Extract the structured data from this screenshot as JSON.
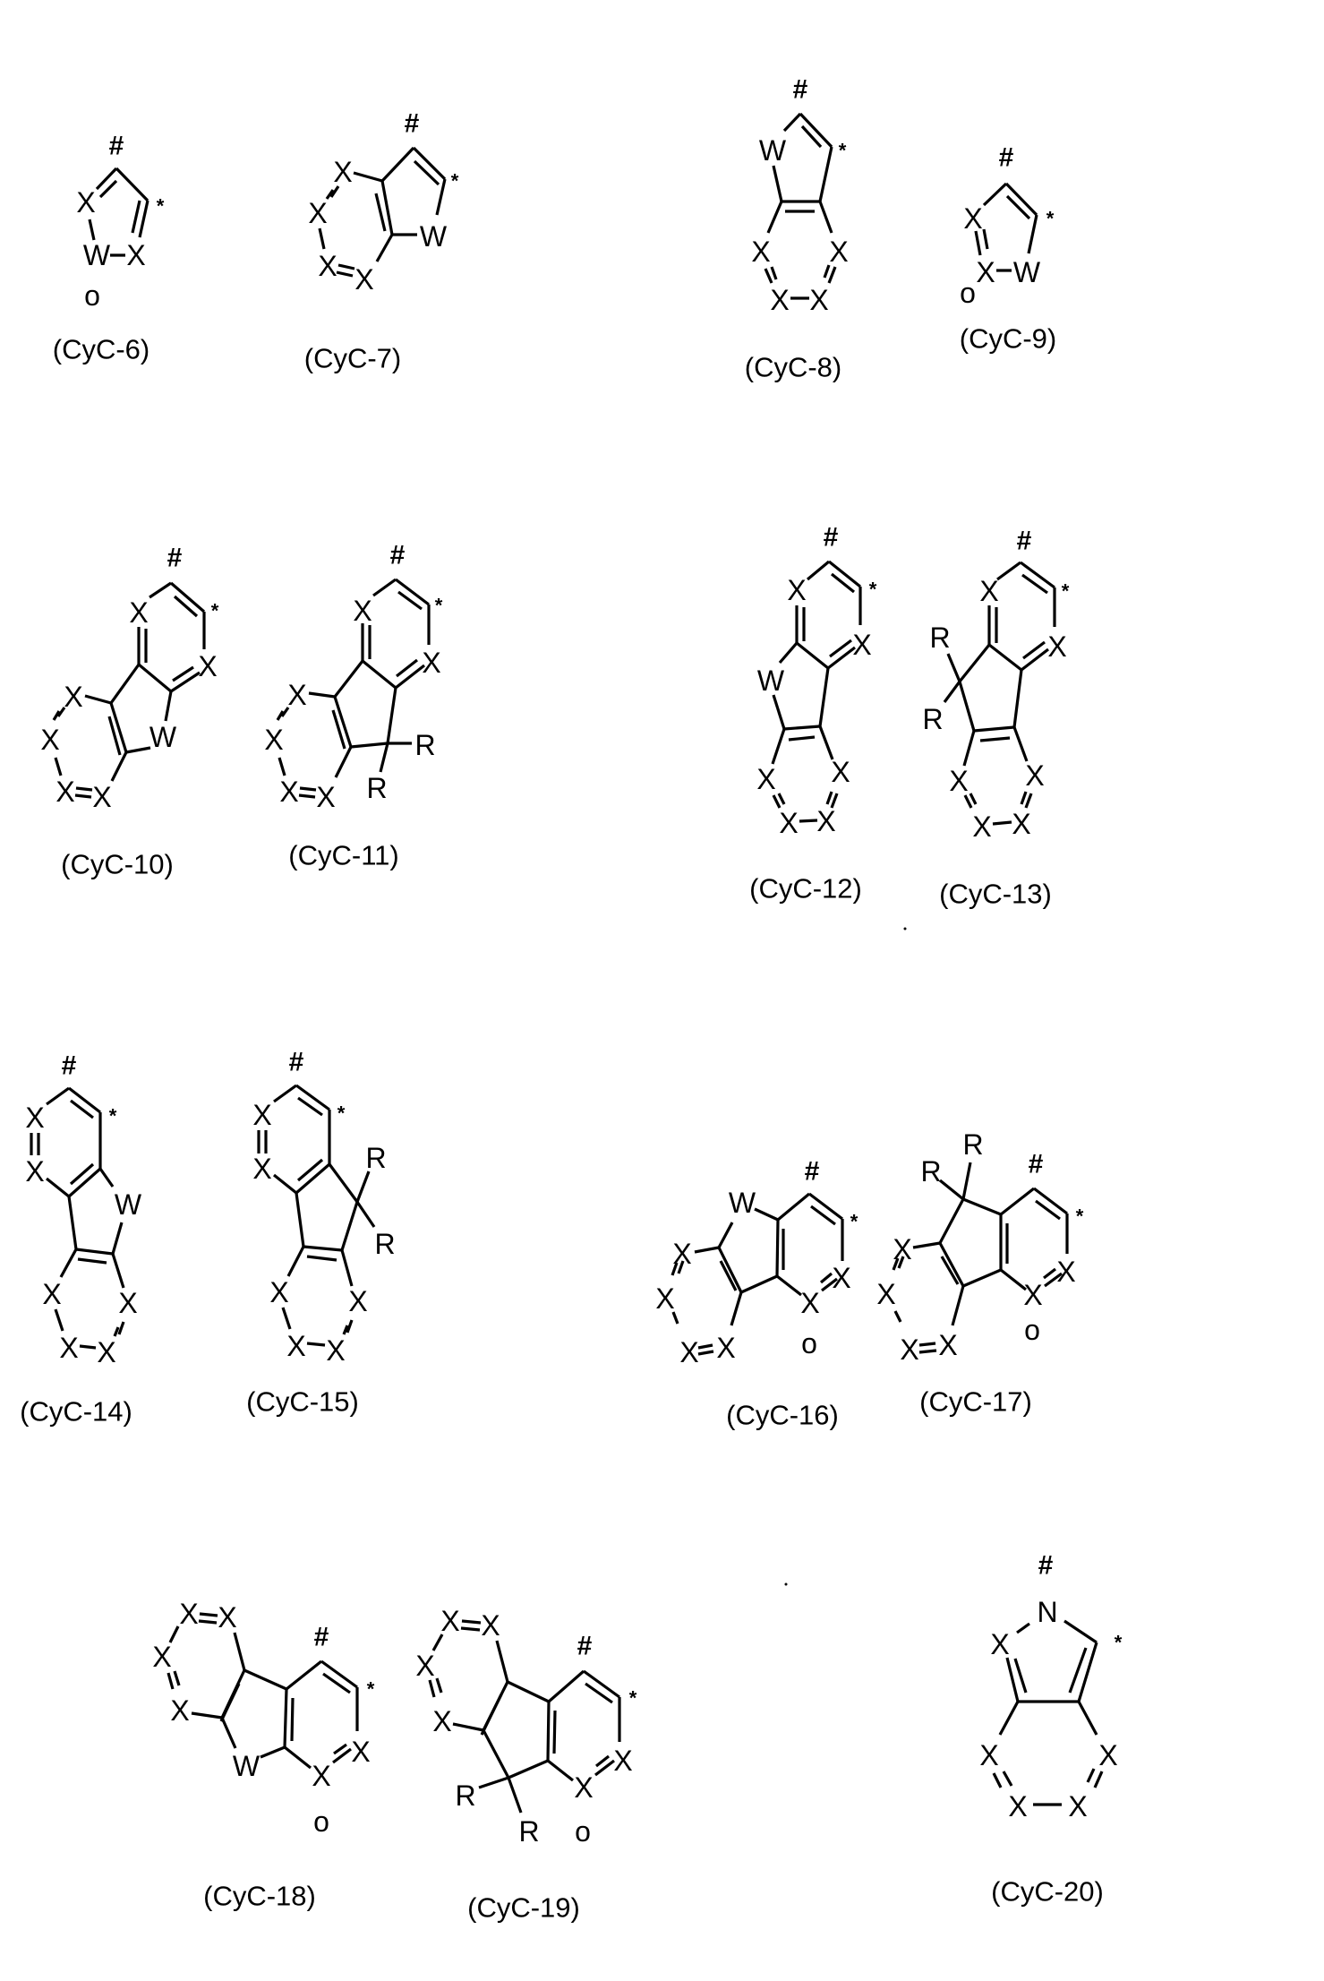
{
  "figure": {
    "atoms": {
      "X": "X",
      "W": "W",
      "R": "R",
      "N": "N",
      "o": "o"
    },
    "markers": {
      "hash": "#",
      "star": "*"
    },
    "structures": [
      {
        "id": "CyC-6",
        "label": "(CyC-6)"
      },
      {
        "id": "CyC-7",
        "label": "(CyC-7)"
      },
      {
        "id": "CyC-8",
        "label": "(CyC-8)"
      },
      {
        "id": "CyC-9",
        "label": "(CyC-9)"
      },
      {
        "id": "CyC-10",
        "label": "(CyC-10)"
      },
      {
        "id": "CyC-11",
        "label": "(CyC-11)"
      },
      {
        "id": "CyC-12",
        "label": "(CyC-12)"
      },
      {
        "id": "CyC-13",
        "label": "(CyC-13)"
      },
      {
        "id": "CyC-14",
        "label": "(CyC-14)"
      },
      {
        "id": "CyC-15",
        "label": "(CyC-15)"
      },
      {
        "id": "CyC-16",
        "label": "(CyC-16)"
      },
      {
        "id": "CyC-17",
        "label": "(CyC-17)"
      },
      {
        "id": "CyC-18",
        "label": "(CyC-18)"
      },
      {
        "id": "CyC-19",
        "label": "(CyC-19)"
      },
      {
        "id": "CyC-20",
        "label": "(CyC-20)"
      }
    ]
  }
}
